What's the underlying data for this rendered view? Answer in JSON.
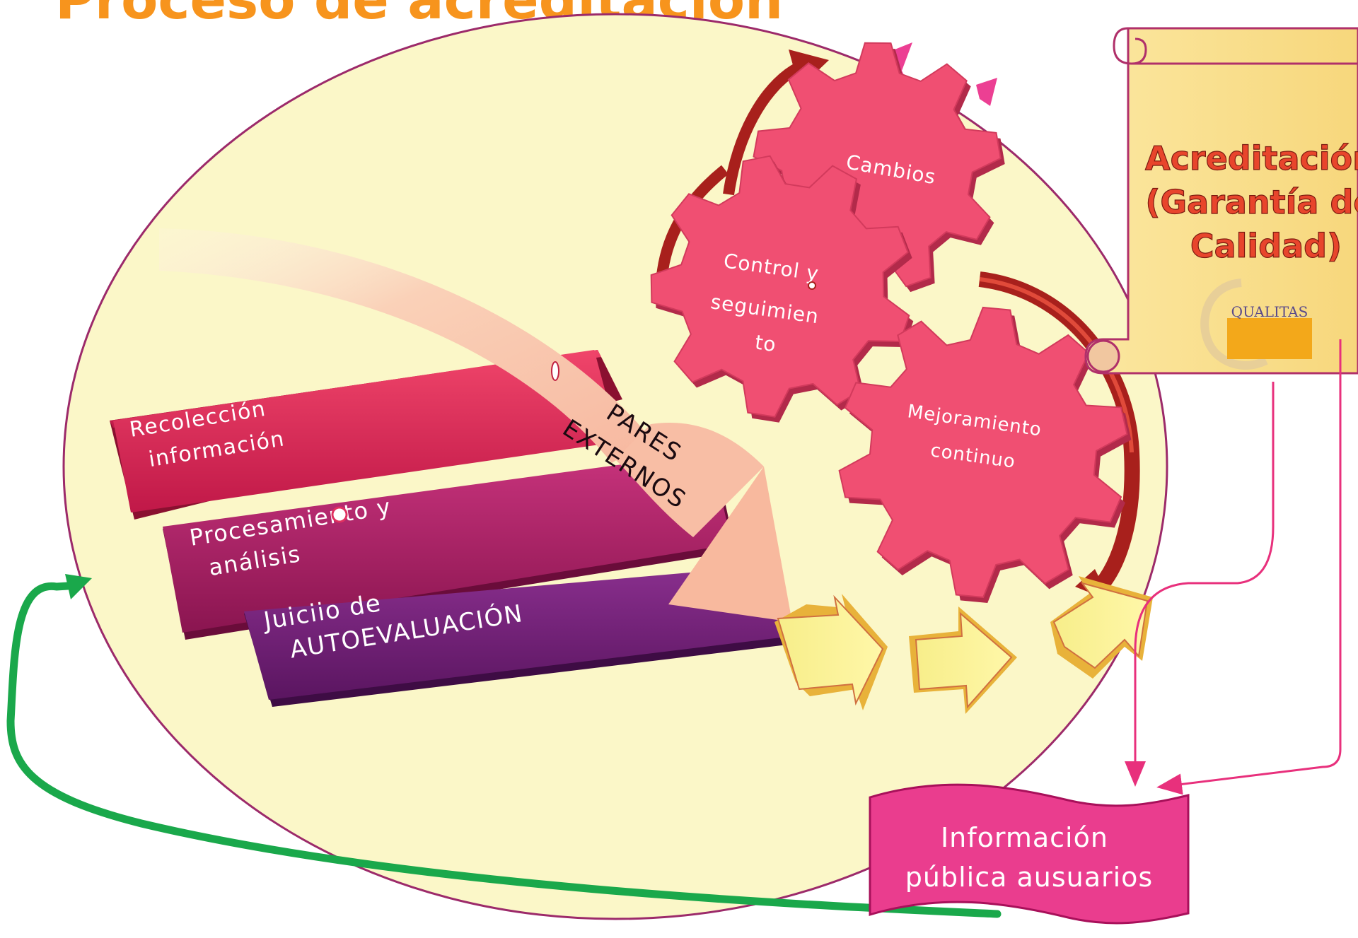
{
  "slide": {
    "title": "Proceso de acreditación"
  },
  "steps": {
    "step1": [
      "Recolección",
      "información"
    ],
    "step2": [
      "Procesamiento y",
      "análisis"
    ],
    "step3": [
      "Juiciio de",
      "AUTOEVALUACIÓN"
    ]
  },
  "arrow": {
    "label": [
      "PARES",
      "EXTERNOS"
    ]
  },
  "gears": {
    "cambios": "Cambios",
    "control": [
      "Control y",
      "seguimien",
      "to"
    ],
    "mejoramiento": [
      "Mejoramiento",
      "continuo"
    ]
  },
  "scroll": {
    "title": [
      "Acreditación",
      "(Garantía de",
      "Calidad)"
    ],
    "logo_text": "QUALITAS"
  },
  "banner": {
    "text": [
      "Información",
      "pública ausuarios"
    ]
  },
  "colors": {
    "ellipse_fill": "#fbf7c8",
    "ellipse_stroke": "#9c2a6a",
    "gear": "#f04f72",
    "title": "#f7941d",
    "green_loop": "#1aa84b",
    "banner": "#ea3d8e"
  }
}
